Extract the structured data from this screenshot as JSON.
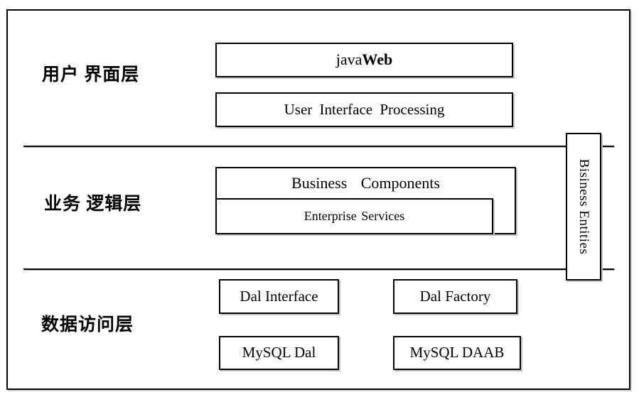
{
  "diagram": {
    "title": "three-tier-architecture",
    "layers": {
      "ui": {
        "label": "用户 界面层"
      },
      "business": {
        "label": "业务 逻辑层"
      },
      "data_access": {
        "label": "数据访问层"
      }
    },
    "boxes": {
      "javaweb": {
        "prefix": "java",
        "suffix": "Web"
      },
      "user_interface_processing": {
        "label": "User Interface Processing"
      },
      "business_components": {
        "label": "Business Components"
      },
      "enterprise_services": {
        "label": "Enterprise Services"
      },
      "dal_interface": {
        "label": "Dal Interface"
      },
      "dal_factory": {
        "label": "Dal Factory"
      },
      "mysql_dal": {
        "label": "MySQL Dal"
      },
      "mysql_daab": {
        "label": "MySQL DAAB"
      },
      "business_entities": {
        "label": "Bisiness Entities"
      }
    },
    "colors": {
      "line": "#000000",
      "background": "#ffffff",
      "box_shadow": "#c9c9c9"
    }
  }
}
